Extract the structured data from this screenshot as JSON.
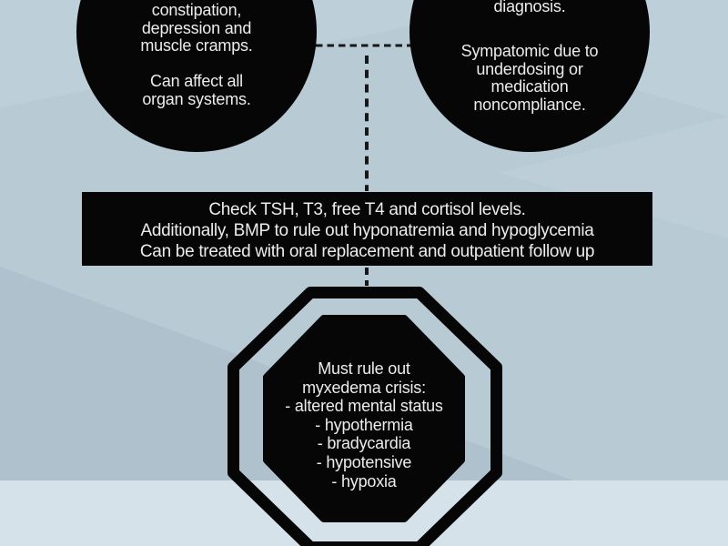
{
  "palette": {
    "background_base": "#b8cbd5",
    "background_bottom_band": "#d6e2ea",
    "shape_fill_black": "#060606",
    "text_light": "#ececec",
    "connector_dash_color": "#15181a"
  },
  "symptoms_circle": {
    "para1": [
      "constipation,",
      "depression and",
      "muscle cramps."
    ],
    "para2": [
      "Can affect all",
      "organ systems."
    ]
  },
  "diagnosis_circle": {
    "para1": [
      "diagnosis."
    ],
    "para2": [
      "Sympatomic due to",
      "underdosing or",
      "medication",
      "noncompliance."
    ]
  },
  "workup_box": {
    "lines": [
      "Check TSH, T3, free T4 and cortisol levels.",
      "Additionally, BMP to rule out hyponatremia and hypoglycemia",
      "Can be treated with oral replacement and outpatient follow up"
    ]
  },
  "warning_octagon": {
    "shape": "stop-octagon",
    "lines": [
      "Must rule out",
      "myxedema crisis:",
      "- altered mental status",
      "- hypothermia",
      "- bradycardia",
      "- hypotensive",
      "- hypoxia"
    ]
  }
}
